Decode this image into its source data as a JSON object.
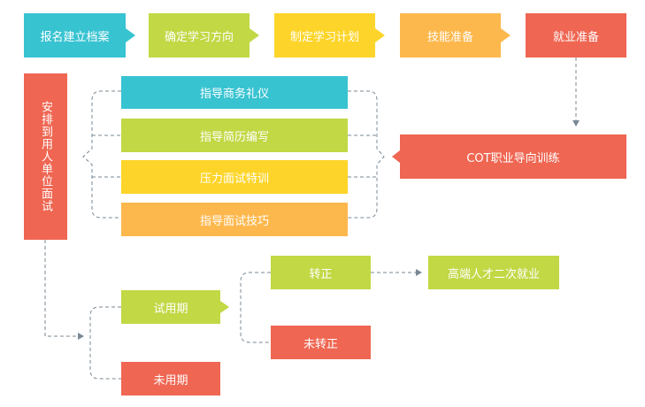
{
  "colors": {
    "teal": "#38C3D1",
    "green": "#C2D845",
    "yellow": "#FDD52A",
    "orange": "#FDB84D",
    "red": "#EF6652",
    "connector": "#7A8894"
  },
  "top_steps": [
    "报名建立档案",
    "确定学习方向",
    "制定学习计划",
    "技能准备",
    "就业准备"
  ],
  "side_label": "安排到用人单位面试",
  "training_items": [
    "指导商务礼仪",
    "指导简历编写",
    "压力面试特训",
    "指导面试技巧"
  ],
  "cot_training": "COT职业导向训练",
  "trial_period": "试用期",
  "no_trial_period": "未用期",
  "regular": "转正",
  "not_regular": "未转正",
  "high_end_employment": "高端人才二次就业"
}
